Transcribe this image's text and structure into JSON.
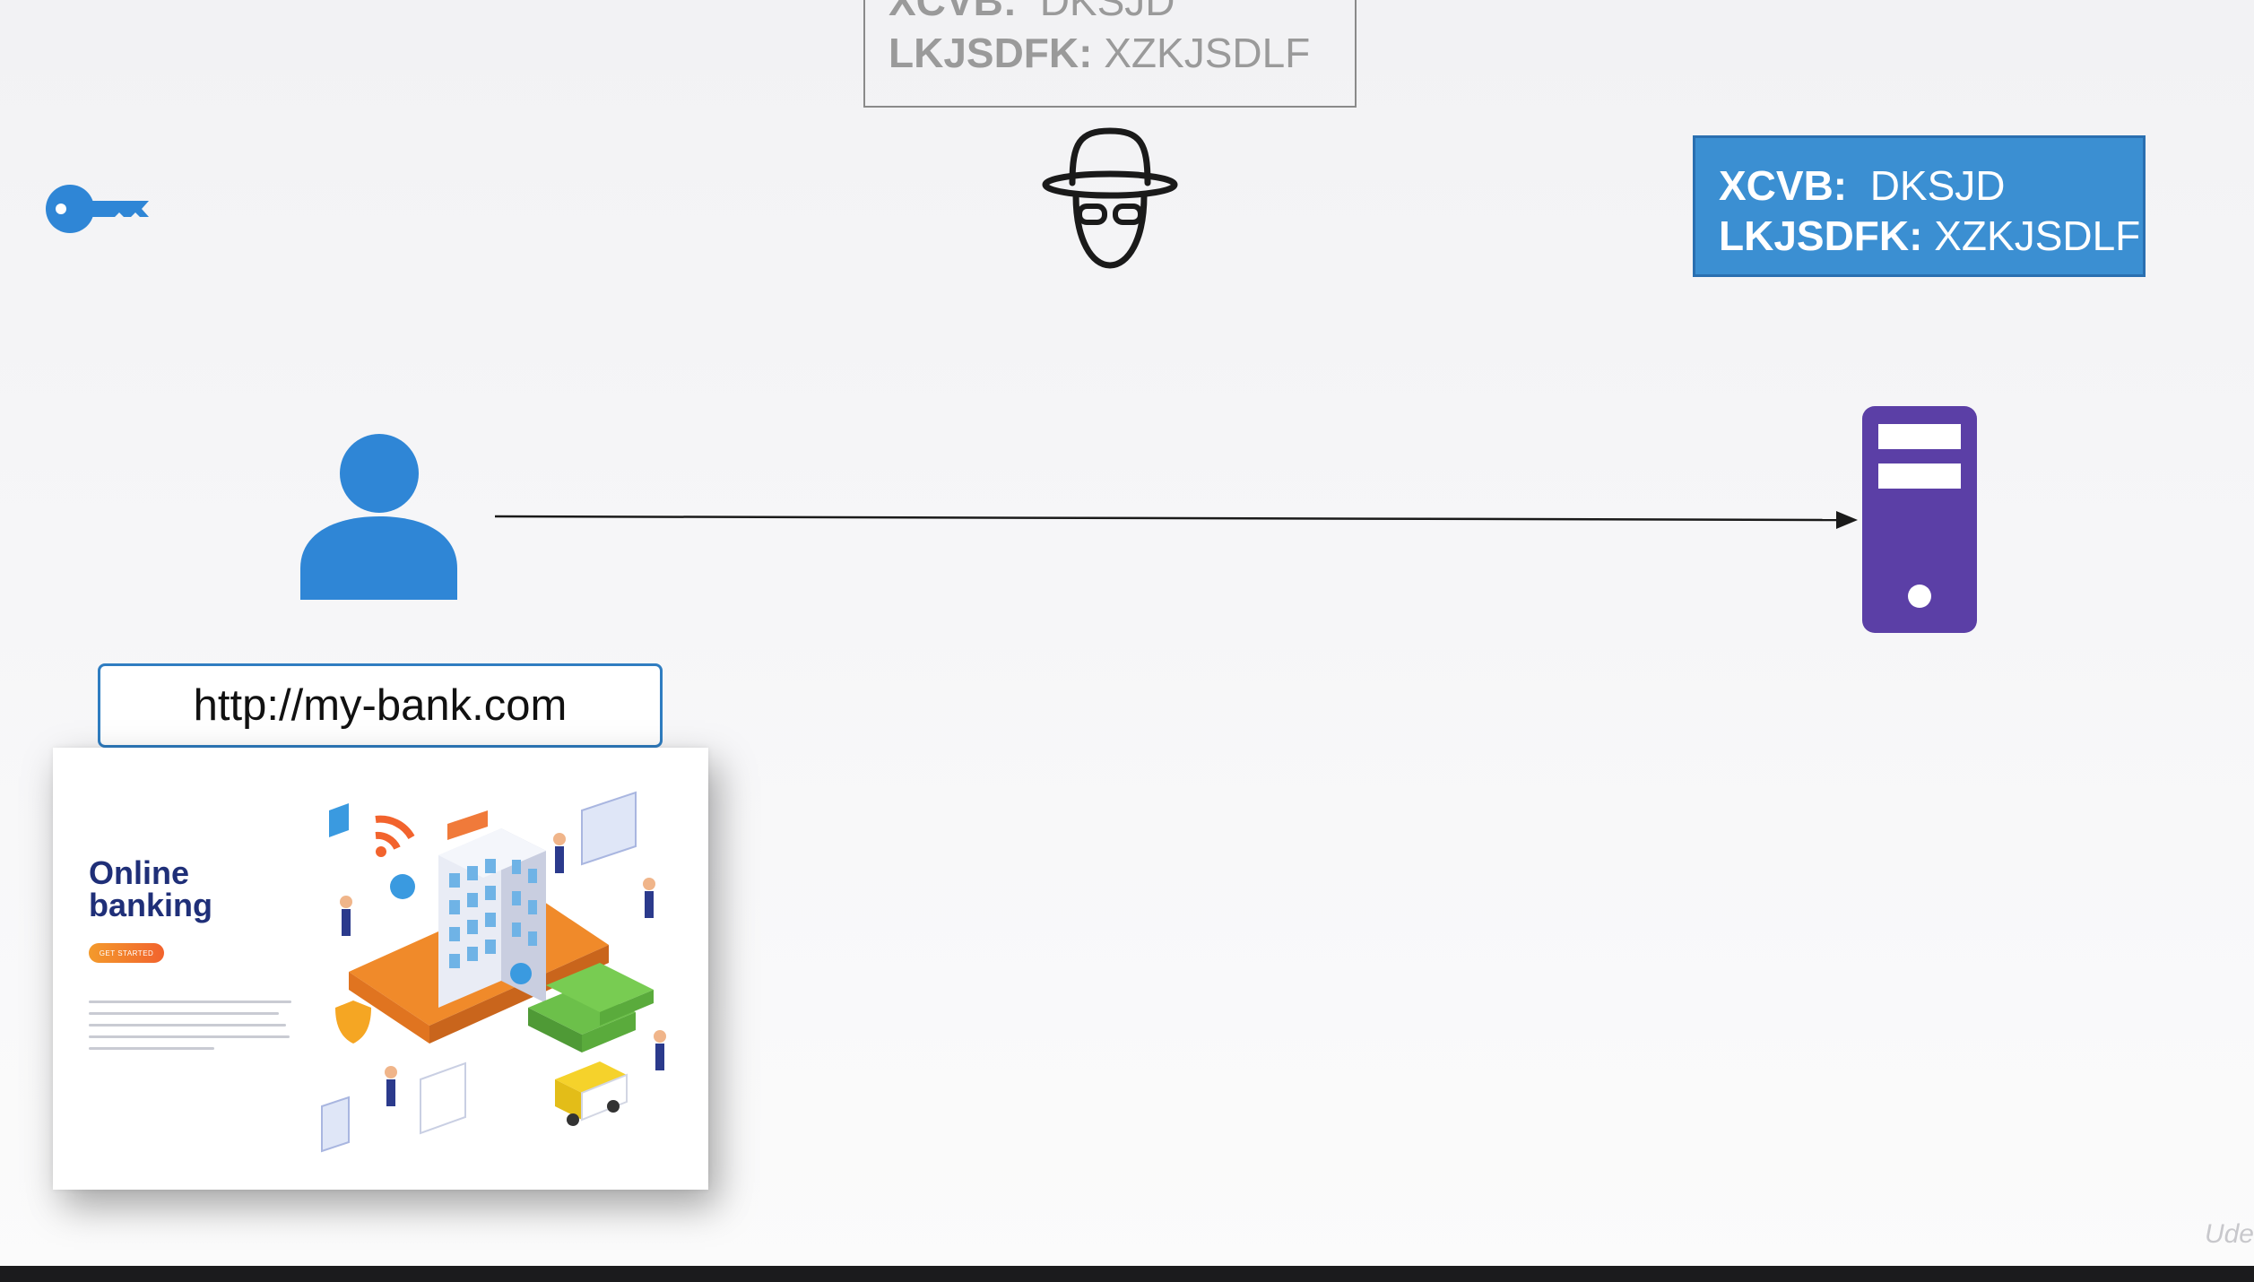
{
  "intercepted": {
    "row1_key": "XCVB:",
    "row1_value": "DKSJD",
    "row2_key": "LKJSDFK:",
    "row2_value": "XZKJSDLF"
  },
  "server_credentials": {
    "row1_key": "XCVB:",
    "row1_value": "DKSJD",
    "row2_key": "LKJSDFK:",
    "row2_value": "XZKJSDLF"
  },
  "url": "http://my-bank.com",
  "website": {
    "title": "Online\nbanking",
    "button": "GET STARTED"
  },
  "colors": {
    "user_blue": "#2f86d6",
    "server_purple": "#5b3fa6",
    "key_blue": "#2f86d6",
    "credential_box_blue": "#3b8fd2"
  },
  "icons": [
    "key-icon",
    "hacker-icon",
    "user-icon",
    "server-icon"
  ],
  "watermark": "Ude"
}
